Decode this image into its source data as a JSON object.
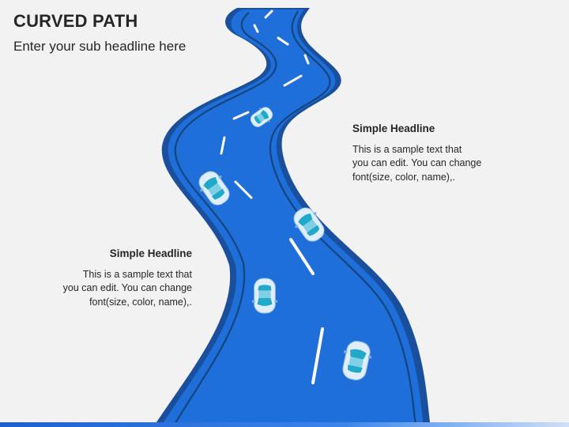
{
  "slide": {
    "title": "CURVED PATH",
    "subtitle": "Enter your sub headline here"
  },
  "blocks": [
    {
      "headline": "Simple Headline",
      "lines": [
        "This is a sample text that",
        "you can edit. You can change",
        "font(size, color, name),."
      ]
    },
    {
      "headline": "Simple Headline",
      "lines": [
        "This is a sample text that",
        "you can edit. You can change",
        "font(size, color, name),."
      ]
    }
  ],
  "colors": {
    "road_fill": "#1e6fd9",
    "road_edge": "#1a4f9e",
    "lane_markings": "#ffffff",
    "car_body": "#dfeefa",
    "car_glass": "#21a9c9",
    "background": "#f2f2f2"
  }
}
